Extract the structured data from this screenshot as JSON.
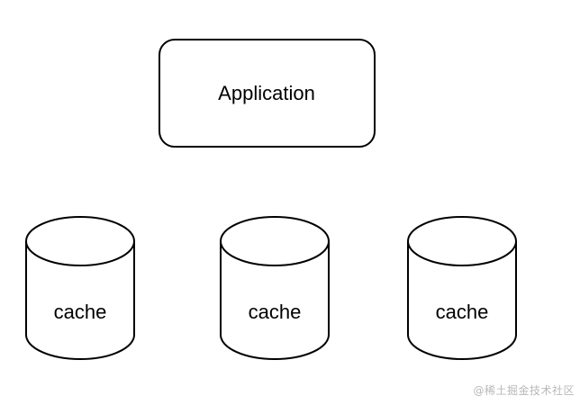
{
  "diagram": {
    "app_label": "Application",
    "caches": [
      {
        "label": "cache"
      },
      {
        "label": "cache"
      },
      {
        "label": "cache"
      }
    ]
  },
  "watermark": "@稀土掘金技术社区",
  "colors": {
    "stroke": "#000000",
    "fill": "#ffffff",
    "background": "#ffffff"
  }
}
